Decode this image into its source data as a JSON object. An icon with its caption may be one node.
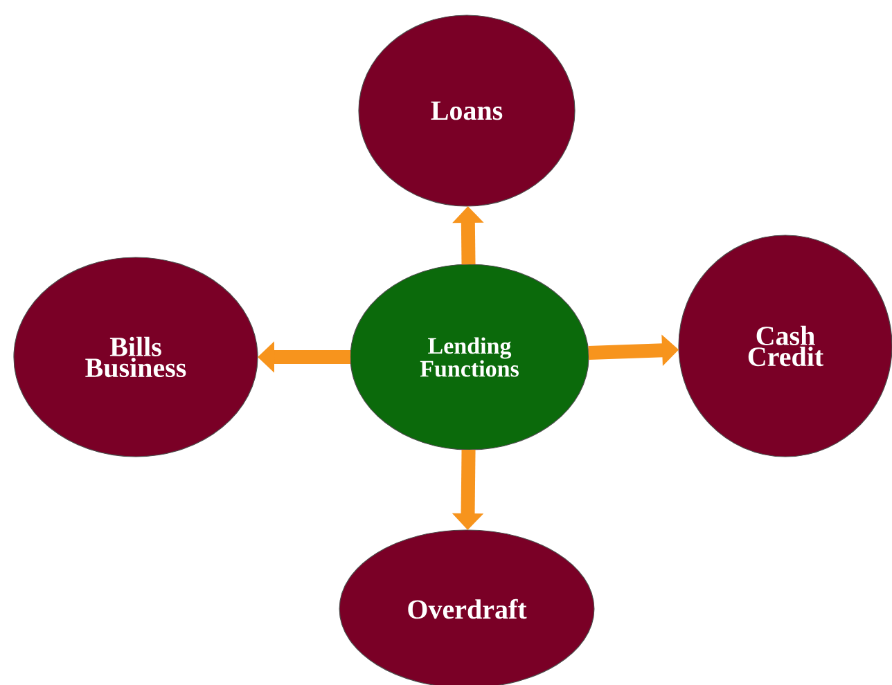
{
  "diagram": {
    "nodes": [
      {
        "text": [
          "Loans"
        ]
      },
      {
        "text": [
          "Bills Business"
        ]
      },
      {
        "text": [
          "Lending Functions"
        ]
      },
      {
        "text": [
          "Cash Credit"
        ]
      },
      {
        "text": [
          "Overdraft"
        ]
      }
    ],
    "edges": [
      {
        "from": 2,
        "to": 0,
        "arrow": "to"
      },
      {
        "from": 2,
        "to": 1,
        "arrow": "to"
      },
      {
        "from": 2,
        "to": 3,
        "arrow": "to"
      },
      {
        "from": 2,
        "to": 4,
        "arrow": "to"
      }
    ]
  }
}
